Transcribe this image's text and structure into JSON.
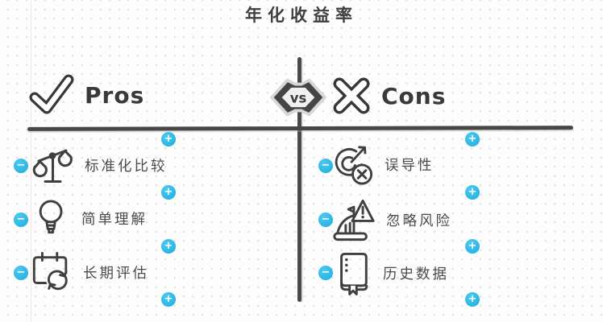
{
  "title": "年化收益率",
  "center": {
    "vs_label": "vs"
  },
  "pros": {
    "header": "Pros",
    "items": [
      {
        "label": "标准化比较",
        "icon": "balance-scale-icon"
      },
      {
        "label": "简单理解",
        "icon": "lightbulb-icon"
      },
      {
        "label": "长期评估",
        "icon": "calendar-refresh-icon"
      }
    ]
  },
  "cons": {
    "header": "Cons",
    "items": [
      {
        "label": "误导性",
        "icon": "target-miss-icon"
      },
      {
        "label": "忽略风险",
        "icon": "sailboat-warning-icon"
      },
      {
        "label": "历史数据",
        "icon": "history-book-icon"
      }
    ]
  },
  "controls": {
    "add_symbol": "+",
    "remove_symbol": "−"
  },
  "colors": {
    "accent_blue": "#2ab7e9",
    "ink": "#3f3f3f",
    "background": "#fdfdfd"
  }
}
